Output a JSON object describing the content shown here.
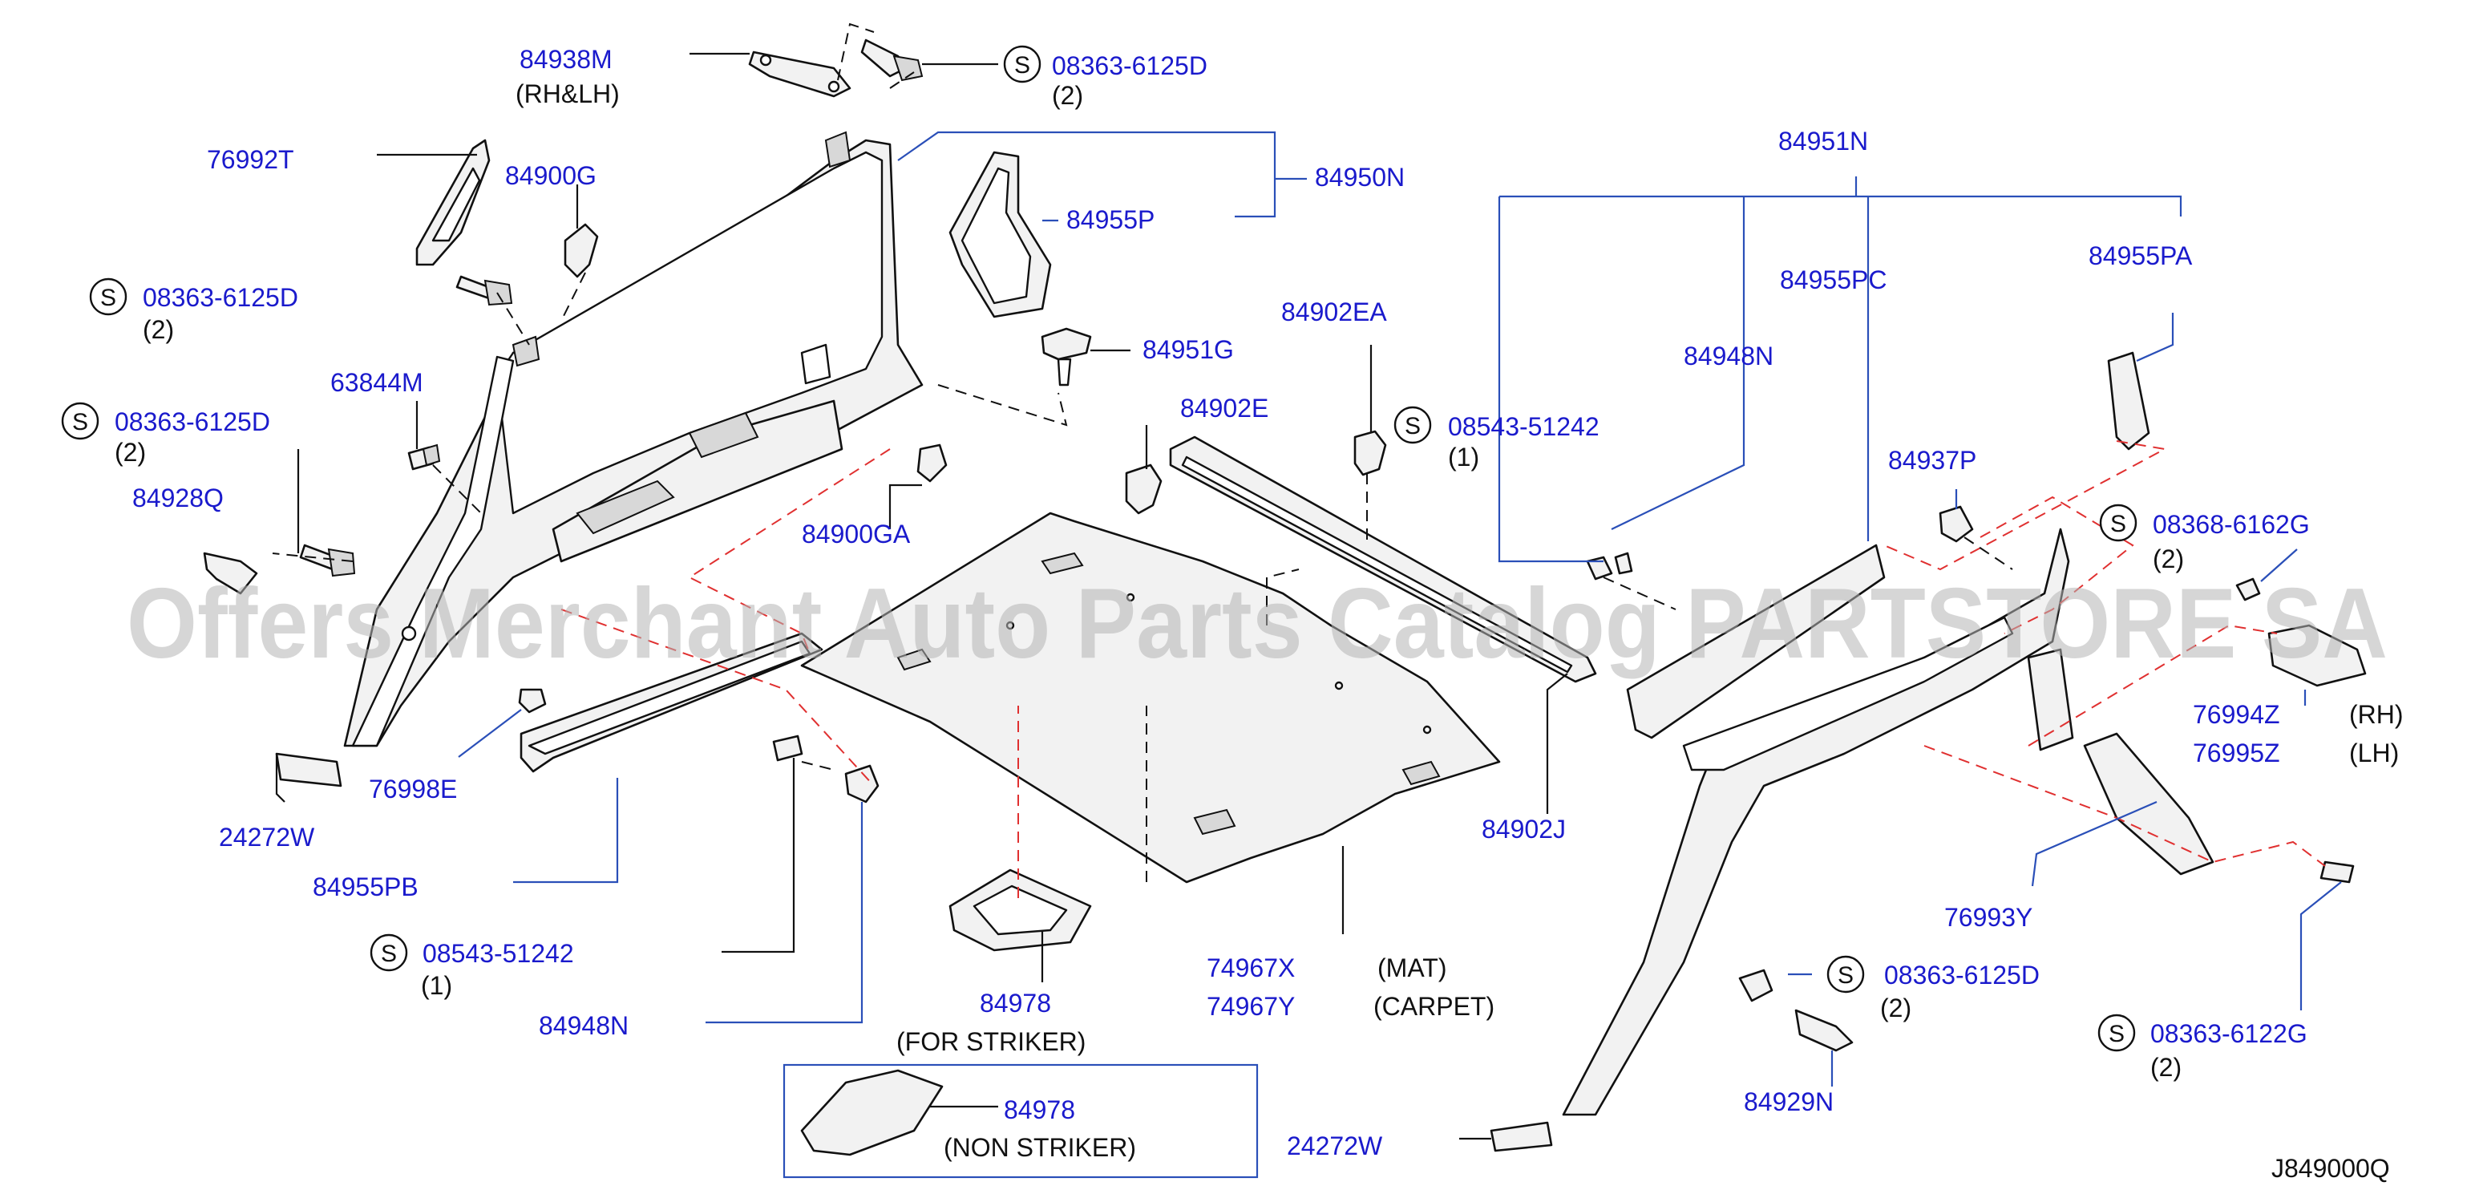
{
  "watermark": "Offers Merchant Auto Parts Catalog PARTSTORE SA",
  "diagram_code": "J849000Q",
  "screw_symbol": "S",
  "labels": {
    "p84938M": "84938M",
    "rhlh": "(RH&LH)",
    "s_top": "08363-6125D",
    "q2_top": "(2)",
    "p76992T": "76992T",
    "p84900G": "84900G",
    "p84950N": "84950N",
    "p84955P": "84955P",
    "s_left1": "08363-6125D",
    "q2_left1": "(2)",
    "p63844M": "63844M",
    "s_left2": "08363-6125D",
    "q2_left2": "(2)",
    "p84951G": "84951G",
    "p84902EA": "84902EA",
    "p84902E": "84902E",
    "s_mid": "08543-51242",
    "q1_mid": "(1)",
    "p84928Q": "84928Q",
    "p84900GA": "84900GA",
    "p76998E": "76998E",
    "p24272W_left": "24272W",
    "p84955PB": "84955PB",
    "s_bottom": "08543-51242",
    "q1_bottom": "(1)",
    "p84948N_left": "84948N",
    "p84978_striker": "84978",
    "for_striker": "(FOR  STRIKER)",
    "p84978_non": "84978",
    "non_striker": "(NON  STRIKER)",
    "p74967X": "74967X",
    "mat": "(MAT)",
    "p74967Y": "74967Y",
    "carpet": "(CARPET)",
    "p84902J": "84902J",
    "p24272W_right": "24272W",
    "p84951N": "84951N",
    "p84955PC": "84955PC",
    "p84955PA": "84955PA",
    "p84948N_right": "84948N",
    "p84937P": "84937P",
    "s_right1": "08368-6162G",
    "q2_right1": "(2)",
    "p76994Z": "76994Z",
    "rh": "(RH)",
    "p76995Z": "76995Z",
    "lh": "(LH)",
    "p76993Y": "76993Y",
    "s_right2": "08363-6125D",
    "q2_right2": "(2)",
    "p84929N": "84929N",
    "s_right3": "08363-6122G",
    "q2_right3": "(2)"
  }
}
